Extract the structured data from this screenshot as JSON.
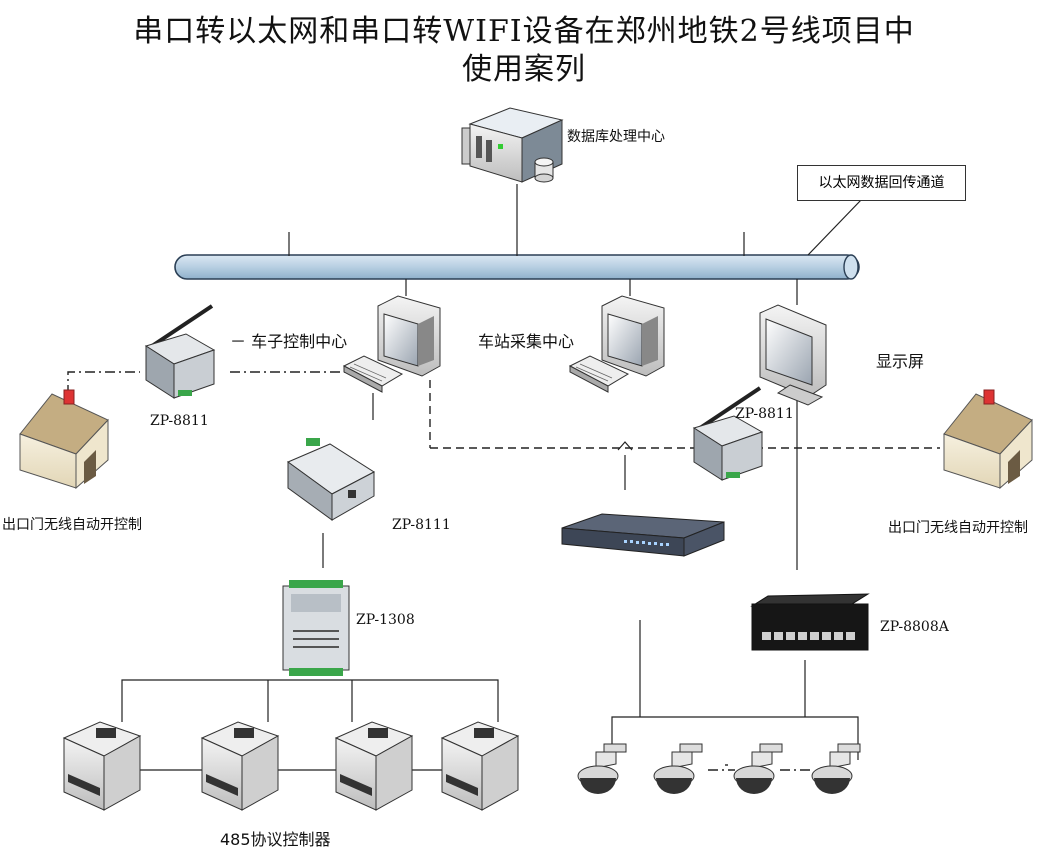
{
  "title": {
    "line1": "串口转以太网和串口转WIFI设备在郑州地铁2号线项目中",
    "line2": "使用案列"
  },
  "labels": {
    "db_center": "数据库处理中心",
    "ethernet_channel": "以太网数据回传通道",
    "car_control": "－ 车子控制中心",
    "station_collect": "车站采集中心",
    "display": "显示屏",
    "zp8811_left": "ZP-8811",
    "zp8811_right": "ZP-8811",
    "zp8111": "ZP-8111",
    "zp1308": "ZP-1308",
    "zp8808a": "ZP-8808A",
    "exit_left": "出口门无线自动开控制",
    "exit_right": "出口门无线自动开控制",
    "controller485": "485协议控制器"
  },
  "icons": [
    "server-icon",
    "database-icon",
    "computer-icon",
    "keyboard-icon",
    "wireless-device-icon",
    "serial-server-icon",
    "house-icon",
    "network-switch-icon",
    "printer-icon",
    "dome-camera-icon"
  ],
  "colors": {
    "bus": "#b7cfe2",
    "bus_stroke": "#2b3f55",
    "line": "#222222"
  }
}
